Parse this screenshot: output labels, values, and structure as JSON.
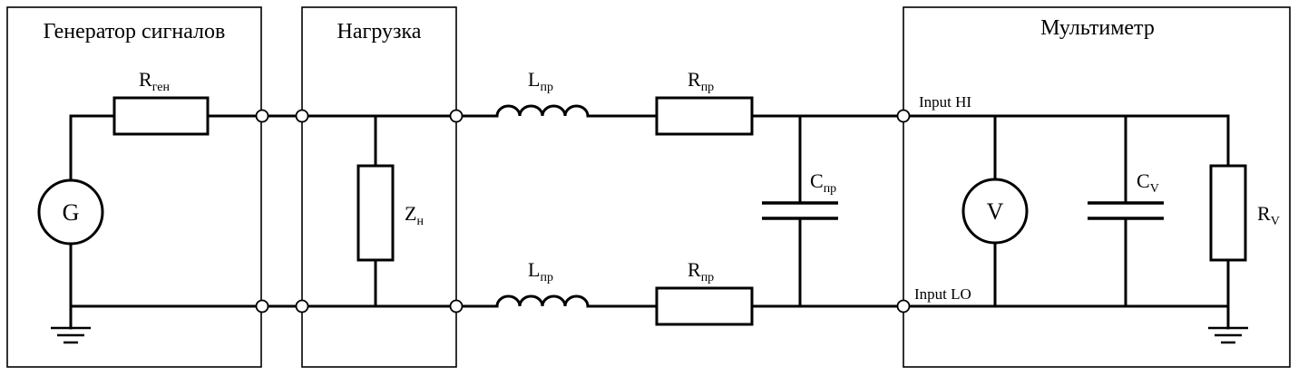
{
  "blocks": {
    "generator": {
      "title": "Генератор сигналов"
    },
    "load": {
      "title": "Нагрузка"
    },
    "multimeter": {
      "title": "Мультиметр"
    }
  },
  "components": {
    "r_gen": {
      "main": "R",
      "sub": "ген"
    },
    "z_load": {
      "main": "Z",
      "sub": "н"
    },
    "l_top": {
      "main": "L",
      "sub": "пр"
    },
    "l_bottom": {
      "main": "L",
      "sub": "пр"
    },
    "r_top": {
      "main": "R",
      "sub": "пр"
    },
    "r_bottom": {
      "main": "R",
      "sub": "пр"
    },
    "c_wire": {
      "main": "C",
      "sub": "пр"
    },
    "c_v": {
      "main": "C",
      "sub": "V"
    },
    "r_v": {
      "main": "R",
      "sub": "V"
    },
    "generator_symbol": "G",
    "voltmeter_symbol": "V"
  },
  "ports": {
    "hi": "Input HI",
    "lo": "Input LO"
  }
}
